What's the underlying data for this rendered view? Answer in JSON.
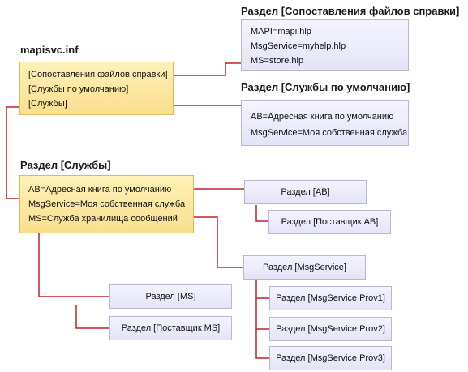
{
  "mapisvc": {
    "title": "mapisvc.inf",
    "lines": [
      "[Сопоставления файлов справки]",
      "[Службы по умолчанию]",
      "[Службы]"
    ]
  },
  "help_mappings": {
    "title": "Раздел [Сопоставления файлов справки]",
    "lines": [
      "MAPI=mapi.hlp",
      "MsgService=myhelp.hlp",
      "MS=store.hlp"
    ]
  },
  "default_services": {
    "title": "Раздел [Службы по умолчанию]",
    "lines": [
      "AB=Адресная книга по умолчанию",
      "MsgService=Моя собственная служба"
    ]
  },
  "services": {
    "title": "Раздел [Службы]",
    "lines": [
      "AB=Адресная книга по умолчанию",
      "MsgService=Моя собственная служба",
      "MS=Служба хранилища сообщений"
    ]
  },
  "sections": {
    "ab": "Раздел [AB]",
    "ab_provider": "Раздел [Поставщик AB]",
    "msgservice": "Раздел [MsgService]",
    "msgservice_prov1": "Раздел [MsgService Prov1]",
    "msgservice_prov2": "Раздел [MsgService Prov2]",
    "msgservice_prov3": "Раздел [MsgService Prov3]",
    "ms": "Раздел [MS]",
    "ms_provider": "Раздел [Поставщик MS]"
  },
  "colors": {
    "connector": "#c0202a",
    "yellow_fill": "#fbdf8e",
    "blue_fill": "#e4e4f7"
  }
}
